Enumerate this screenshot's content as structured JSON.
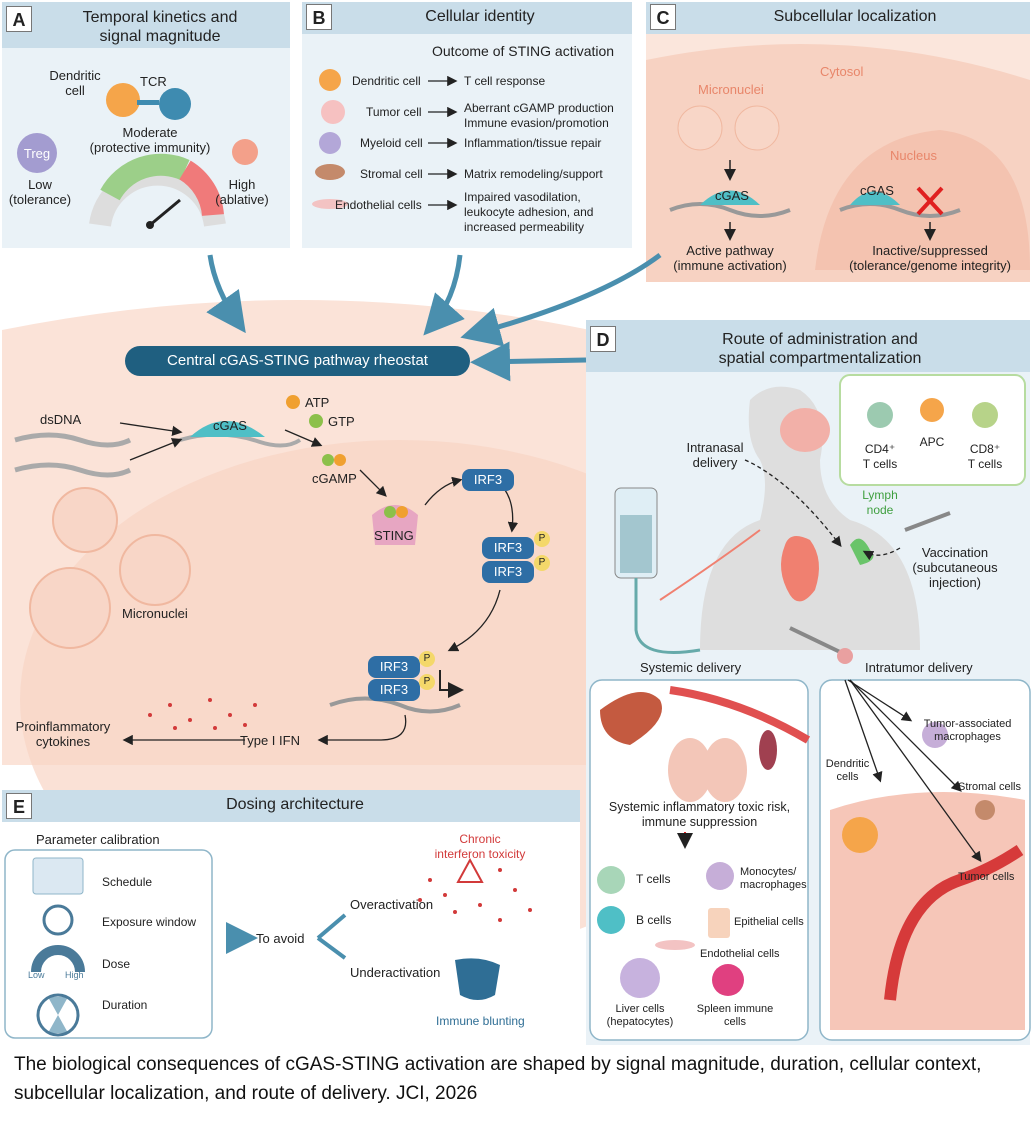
{
  "panelA": {
    "letter": "A",
    "title": "Temporal kinetics and\nsignal magnitude",
    "dendritic": "Dendritic\ncell",
    "tcr": "TCR",
    "moderate": "Moderate\n(protective immunity)",
    "treg": "Treg",
    "low": "Low\n(tolerance)",
    "high": "High\n(ablative)"
  },
  "panelB": {
    "letter": "B",
    "title": "Cellular identity",
    "subtitle": "Outcome of STING activation",
    "rows": [
      {
        "cell": "Dendritic cell",
        "outcome": "T cell response"
      },
      {
        "cell": "Tumor cell",
        "outcome": "Aberrant cGAMP production\nImmune evasion/promotion"
      },
      {
        "cell": "Myeloid cell",
        "outcome": "Inflammation/tissue repair"
      },
      {
        "cell": "Stromal cell",
        "outcome": "Matrix remodeling/support"
      },
      {
        "cell": "Endothelial cells",
        "outcome": "Impaired vasodilation,\nleukocyte adhesion, and\nincreased permeability"
      }
    ]
  },
  "panelC": {
    "letter": "C",
    "title": "Subcellular localization",
    "cytosol": "Cytosol",
    "micronuclei": "Micronuclei",
    "nucleus": "Nucleus",
    "cgas": "cGAS",
    "active": "Active pathway\n(immune activation)",
    "inactive": "Inactive/suppressed\n(tolerance/genome integrity)"
  },
  "center": {
    "rheostat": "Central cGAS-STING pathway rheostat",
    "dsdna": "dsDNA",
    "cgas": "cGAS",
    "atp": "ATP",
    "gtp": "GTP",
    "cgamp": "cGAMP",
    "sting": "STING",
    "irf3": "IRF3",
    "p": "P",
    "micronuclei": "Micronuclei",
    "type1ifn": "Type I IFN",
    "cytokines": "Proinflammatory\ncytokines"
  },
  "panelD": {
    "letter": "D",
    "title": "Route of administration and\nspatial compartmentalization",
    "intranasal": "Intranasal\ndelivery",
    "cd4": "CD4⁺\nT cells",
    "apc": "APC",
    "cd8": "CD8⁺\nT cells",
    "lymph": "Lymph\nnode",
    "vaccination": "Vaccination\n(subcutaneous\ninjection)",
    "systemic": "Systemic delivery",
    "intratumor": "Intratumor delivery",
    "toxic": "Systemic inflammatory toxic risk,\nimmune suppression",
    "tcells": "T cells",
    "monocytes": "Monocytes/\nmacrophages",
    "epithelial": "Epithelial cells",
    "bcells": "B cells",
    "endothelial": "Endothelial cells",
    "liver": "Liver cells\n(hepatocytes)",
    "spleen": "Spleen immune\ncells",
    "tam": "Tumor-associated\nmacrophages",
    "dendritic": "Dendritic\ncells",
    "stromal": "Stromal cells",
    "tumor": "Tumor cells"
  },
  "panelE": {
    "letter": "E",
    "title": "Dosing architecture",
    "param": "Parameter calibration",
    "schedule": "Schedule",
    "exposure": "Exposure window",
    "dose": "Dose",
    "low": "Low",
    "high": "High",
    "duration": "Duration",
    "avoid": "To avoid",
    "over": "Overactivation",
    "under": "Underactivation",
    "chronic": "Chronic\ninterferon toxicity",
    "blunting": "Immune blunting"
  },
  "caption": "The biological consequences of cGAS-STING activation are shaped by signal magnitude, duration, cellular context, subcellular localization, and route of delivery. JCI, 2026",
  "colors": {
    "header": "#c9dde9",
    "peach": "#fbe3d8",
    "pathwayBlue": "#2e6ea5",
    "teal": "#4fbfc6",
    "arrow": "#4a8fae"
  }
}
